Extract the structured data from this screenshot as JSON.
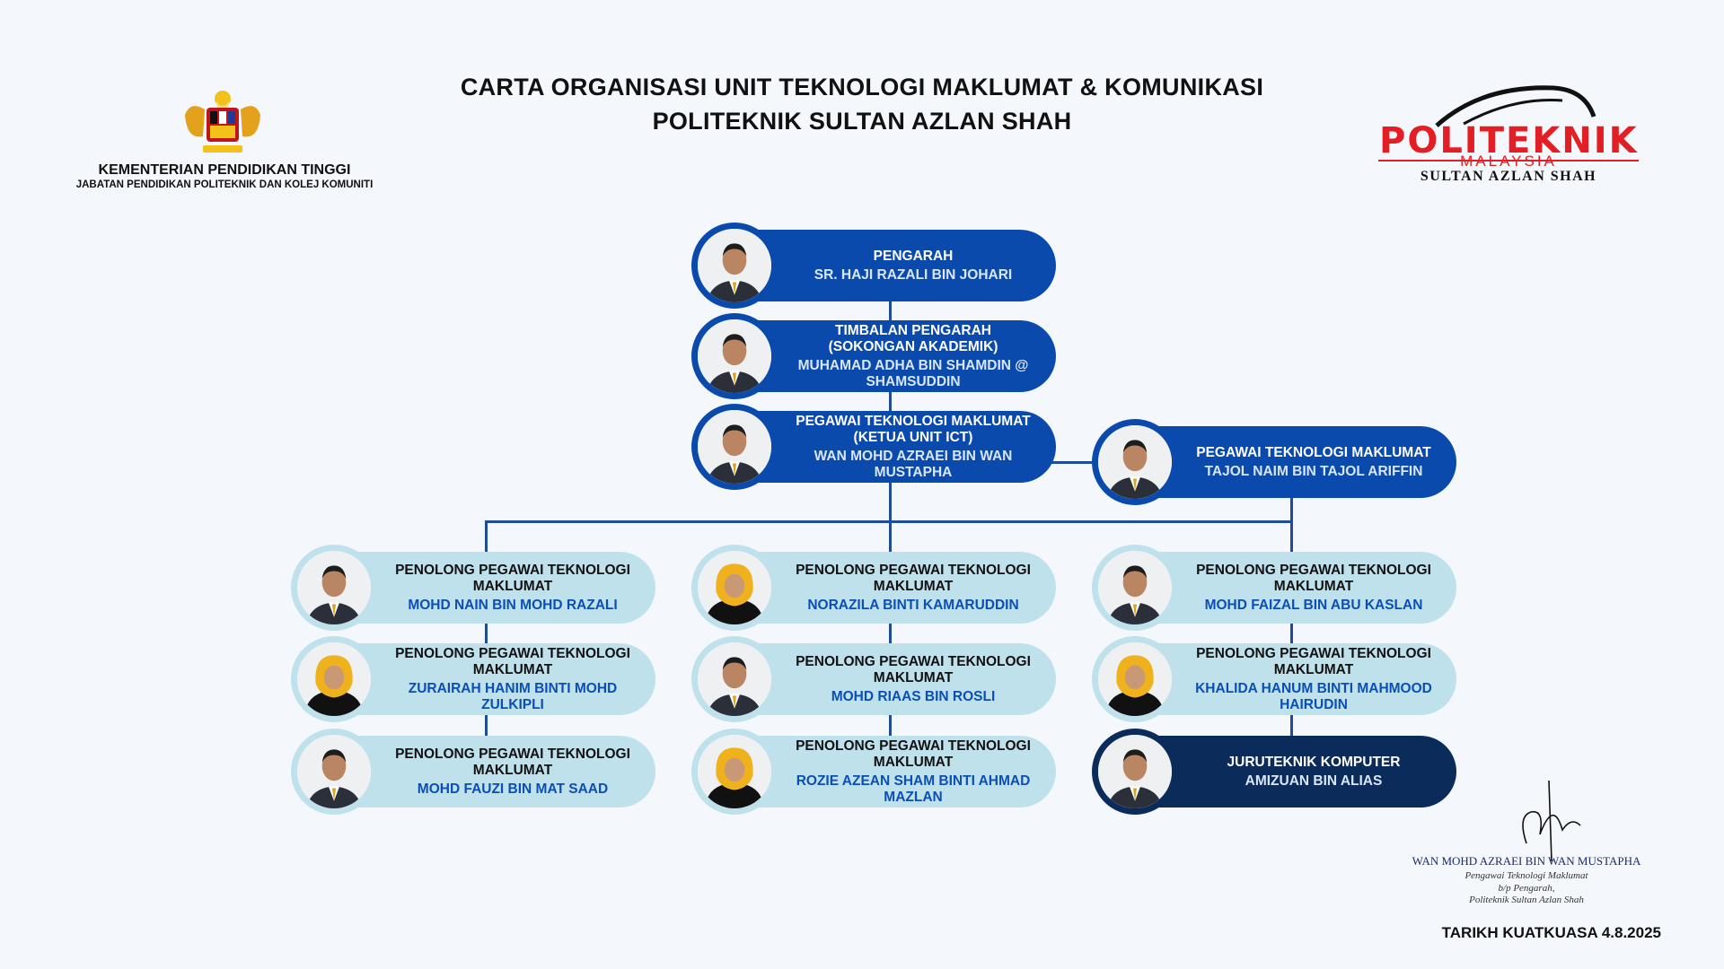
{
  "header": {
    "title_line1": "CARTA ORGANISASI UNIT TEKNOLOGI MAKLUMAT & KOMUNIKASI",
    "title_line2": "POLITEKNIK SULTAN AZLAN SHAH",
    "ministry_line1": "KEMENTERIAN PENDIDIKAN TINGGI",
    "ministry_line2": "JABATAN PENDIDIKAN POLITEKNIK DAN KOLEJ KOMUNITI",
    "logo_main": "POLITEKNIK",
    "logo_sub": "MALAYSIA",
    "logo_bottom": "SULTAN AZLAN SHAH"
  },
  "chart": {
    "director": {
      "role": "PENGARAH",
      "name": "SR. HAJI RAZALI BIN JOHARI"
    },
    "deputy": {
      "role": "TIMBALAN PENGARAH (SOKONGAN AKADEMIK)",
      "name": "MUHAMAD ADHA BIN SHAMDIN @ SHAMSUDDIN"
    },
    "head": {
      "role": "PEGAWAI TEKNOLOGI MAKLUMAT (KETUA UNIT ICT)",
      "name": "WAN MOHD AZRAEI BIN WAN MUSTAPHA"
    },
    "officer": {
      "role": "PEGAWAI TEKNOLOGI MAKLUMAT",
      "name": "TAJOL NAIM BIN TAJOL ARIFFIN"
    },
    "col1": [
      {
        "role": "PENOLONG PEGAWAI TEKNOLOGI MAKLUMAT",
        "name": "MOHD NAIN BIN MOHD RAZALI"
      },
      {
        "role": "PENOLONG PEGAWAI TEKNOLOGI MAKLUMAT",
        "name": "ZURAIRAH HANIM BINTI MOHD ZULKIPLI"
      },
      {
        "role": "PENOLONG PEGAWAI TEKNOLOGI MAKLUMAT",
        "name": "MOHD FAUZI BIN MAT SAAD"
      }
    ],
    "col2": [
      {
        "role": "PENOLONG PEGAWAI TEKNOLOGI MAKLUMAT",
        "name": "NORAZILA BINTI KAMARUDDIN"
      },
      {
        "role": "PENOLONG PEGAWAI TEKNOLOGI MAKLUMAT",
        "name": "MOHD RIAAS BIN ROSLI"
      },
      {
        "role": "PENOLONG PEGAWAI TEKNOLOGI MAKLUMAT",
        "name": "ROZIE AZEAN SHAM BINTI AHMAD MAZLAN"
      }
    ],
    "col3": [
      {
        "role": "PENOLONG PEGAWAI TEKNOLOGI MAKLUMAT",
        "name": "MOHD FAIZAL BIN ABU KASLAN"
      },
      {
        "role": "PENOLONG PEGAWAI TEKNOLOGI MAKLUMAT",
        "name": "KHALIDA HANUM BINTI MAHMOOD HAIRUDIN"
      },
      {
        "role": "JURUTEKNIK KOMPUTER",
        "name": "AMIZUAN BIN ALIAS"
      }
    ]
  },
  "signature": {
    "name": "WAN MOHD AZRAEI BIN WAN MUSTAPHA",
    "line1": "Pengawai Teknologi Maklumat",
    "line2": "b/p Pengarah,",
    "line3": "Politeknik Sultan Azlan Shah"
  },
  "effective_date": "TARIKH KUATKUASA 4.8.2025",
  "colors": {
    "dark_card": "#0a4aad",
    "navy_card": "#0b2b5b",
    "light_card": "#bfe1ec",
    "line": "#1f4e99",
    "brand_red": "#e31e24"
  }
}
